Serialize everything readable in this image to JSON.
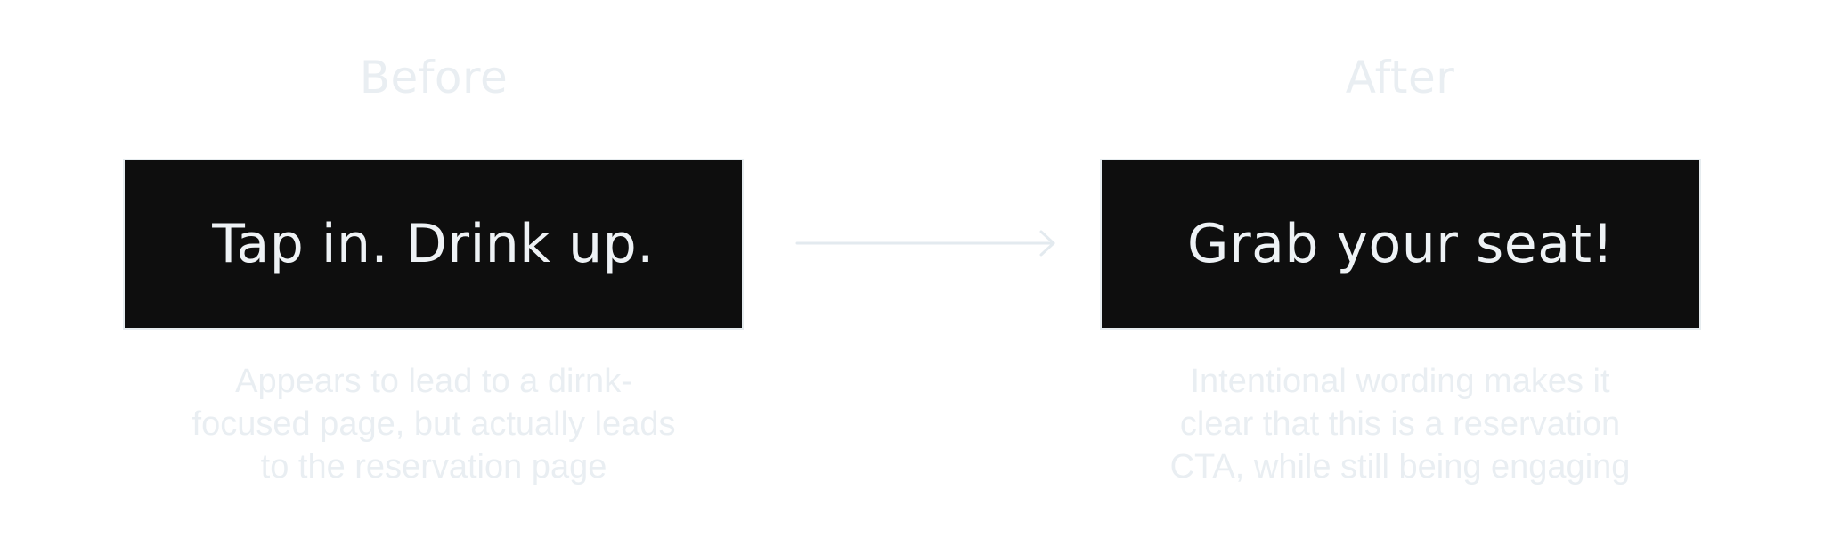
{
  "before": {
    "heading": "Before",
    "cta_label": "Tap in. Drink up.",
    "caption_lines": [
      "Appears to lead to a dirnk-",
      "focused page, but actually leads",
      "to the reservation page"
    ]
  },
  "after": {
    "heading": "After",
    "cta_label": "Grab your seat!",
    "caption_lines": [
      "Intentional wording makes it",
      "clear that this is a reservation",
      "CTA, while still being engaging"
    ]
  },
  "arrow": {
    "icon": "arrow-right-icon",
    "color": "#e3eaef"
  },
  "colors": {
    "cta_background": "#0e0e0e",
    "cta_text": "#eef2f5",
    "muted_text": "#e9eef2",
    "background": "#ffffff"
  }
}
